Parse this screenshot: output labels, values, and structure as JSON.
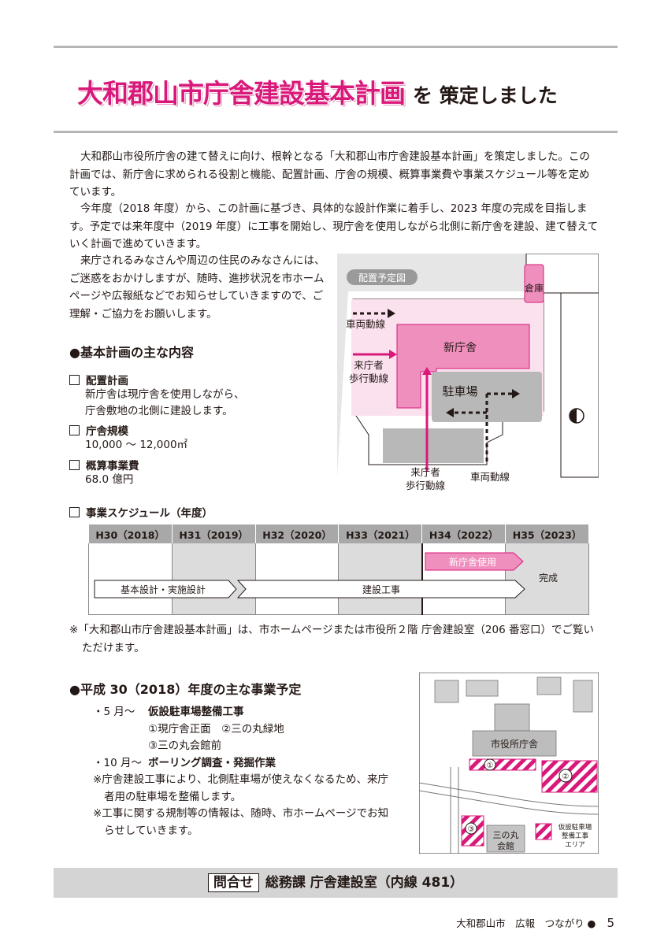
{
  "title": {
    "main": "大和郡山市庁舎建設基本計画",
    "rest": "を 策定しました"
  },
  "intro": {
    "p1": "大和郡山市役所庁舎の建て替えに向け、根幹となる「大和郡山市庁舎建設基本計画」を策定しました。この計画では、新庁舎に求められる役割と機能、配置計画、庁舎の規模、概算事業費や事業スケジュール等を定めています。",
    "p2": "今年度（2018 年度）から、この計画に基づき、具体的な設計作業に着手し、2023 年度の完成を目指します。予定では来年度中（2019 年度）に工事を開始し、現庁舎を使用しながら北側に新庁舎を建設、建て替えていく計画で進めていきます。",
    "p3": "来庁されるみなさんや周辺の住民のみなさんには、ご迷惑をおかけしますが、随時、進捗状況を市ホームページや広報紙などでお知らせしていきますので、ご理解・ご協力をお願いします。"
  },
  "basic": {
    "heading": "●基本計画の主な内容",
    "items": [
      {
        "title": "配置計画",
        "body1": "新庁舎は現庁舎を使用しながら、",
        "body2": "庁舎敷地の北側に建設します。"
      },
      {
        "title": "庁舎規模",
        "body1": "10,000 ～ 12,000㎡"
      },
      {
        "title": "概算事業費",
        "body1": "68.0 億円"
      }
    ]
  },
  "layout_map": {
    "label": "配置予定図",
    "storage": "倉庫",
    "new_building": "新庁舎",
    "parking": "駐車場",
    "vehicle_route": "車両動線",
    "visitor_route_1": "来庁者",
    "visitor_route_2": "歩行動線"
  },
  "schedule": {
    "heading": "事業スケジュール（年度）",
    "years": [
      "H30（2018）",
      "H31（2019）",
      "H32（2020）",
      "H33（2021）",
      "H34（2022）",
      "H35（2023）"
    ],
    "bar_design": "基本設計・実施設計",
    "bar_construction": "建設工事",
    "bar_new_use": "新庁舎使用",
    "complete": "完成"
  },
  "note": "※「大和郡山市庁舎建設基本計画」は、市ホームページまたは市役所２階 庁舎建設室（206 番窓口）でご覧いただけます。",
  "plans": {
    "heading": "●平成 30（2018）年度の主な事業予定",
    "may_label": "・5 月～",
    "may_title": "仮設駐車場整備工事",
    "may_loc1": "①現庁舎正面　②三の丸緑地",
    "may_loc2": "③三の丸会館前",
    "oct_label": "・10 月～",
    "oct_title": "ボーリング調査・発掘作業",
    "note1a": "※庁舎建設工事により、北側駐車場が使えなくなるため、来庁",
    "note1b": "者用の駐車場を整備します。",
    "note2a": "※工事に関する規制等の情報は、随時、市ホームページでお知",
    "note2b": "らせしていきます。"
  },
  "site_map": {
    "city_hall": "市役所庁舎",
    "hall_1": "三の丸",
    "hall_2": "会館",
    "legend_1": "仮設駐車場",
    "legend_2": "整備工事",
    "legend_3": "エリア",
    "n1": "①",
    "n2": "②",
    "n3": "③"
  },
  "contact": {
    "tag": "問合せ",
    "text": "総務課 庁舎建設室（内線 481）"
  },
  "footer": {
    "text": "大和郡山市　広報　つながり ●",
    "page": "5"
  },
  "colors": {
    "magenta": "#d9197a",
    "pink_fill": "#ef8fbd",
    "pink_light": "#fbe1ee",
    "gray": "#a8a8a8"
  }
}
